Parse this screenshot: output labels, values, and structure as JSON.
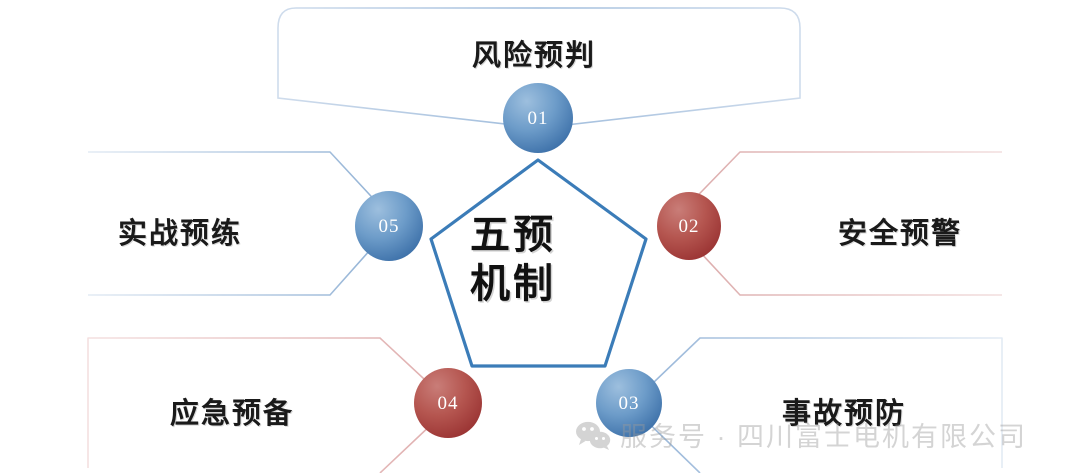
{
  "diagram": {
    "title": "五预机制",
    "center": {
      "line1": "五预",
      "line2": "机制"
    },
    "colors": {
      "pentagon_stroke": "#3b7cb8",
      "blue_circle_light": "#7ba7d4",
      "blue_circle_dark": "#2f6aa8",
      "red_circle_light": "#c46a66",
      "red_circle_dark": "#9e2f2f",
      "banner_blue": "#b9cde4",
      "banner_pink": "#e8c3c3",
      "label_text": "#1a1a1a"
    },
    "nodes": [
      {
        "number": "01",
        "label": "风险预判",
        "color": "blue",
        "position": "top"
      },
      {
        "number": "02",
        "label": "安全预警",
        "color": "red",
        "position": "right"
      },
      {
        "number": "03",
        "label": "事故预防",
        "color": "blue",
        "position": "bottom-right"
      },
      {
        "number": "04",
        "label": "应急预备",
        "color": "red",
        "position": "bottom-left"
      },
      {
        "number": "05",
        "label": "实战预练",
        "color": "blue",
        "position": "left"
      }
    ]
  },
  "watermark": {
    "icon": "wechat-icon",
    "text": "服务号 · 四川富士电机有限公司"
  }
}
